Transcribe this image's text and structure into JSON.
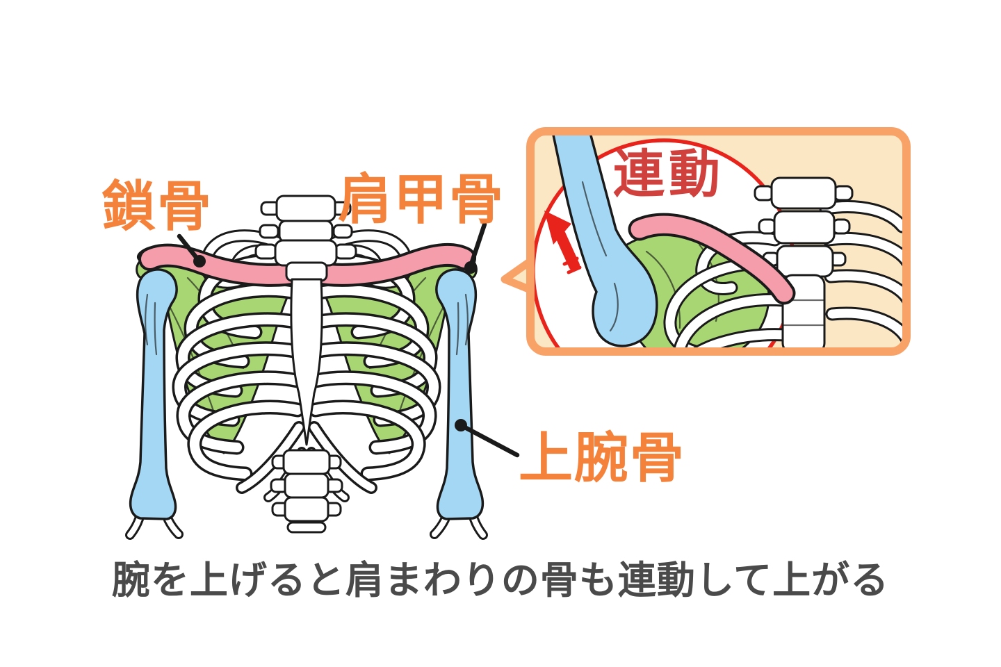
{
  "figure": {
    "labels": {
      "clavicle": "鎖骨",
      "scapula": "肩甲骨",
      "humerus": "上腕骨",
      "inset_title": "連動"
    },
    "caption": "腕を上げると肩まわりの骨も連動して上がる"
  },
  "colors": {
    "label_orange": "#F5823B",
    "inset_border_orange": "#F9A268",
    "inset_background_cream": "#FBE7C4",
    "accent_red": "#E8231C",
    "inset_title_red": "#D0413E",
    "clavicle_pink": "#F59DAB",
    "scapula_green": "#A7D672",
    "humerus_blue": "#A3D7F3",
    "bone_white": "#FFFFFF",
    "outline_black": "#1A1A1A",
    "caption_gray": "#4A4A4A",
    "background_white": "#FFFFFF"
  }
}
